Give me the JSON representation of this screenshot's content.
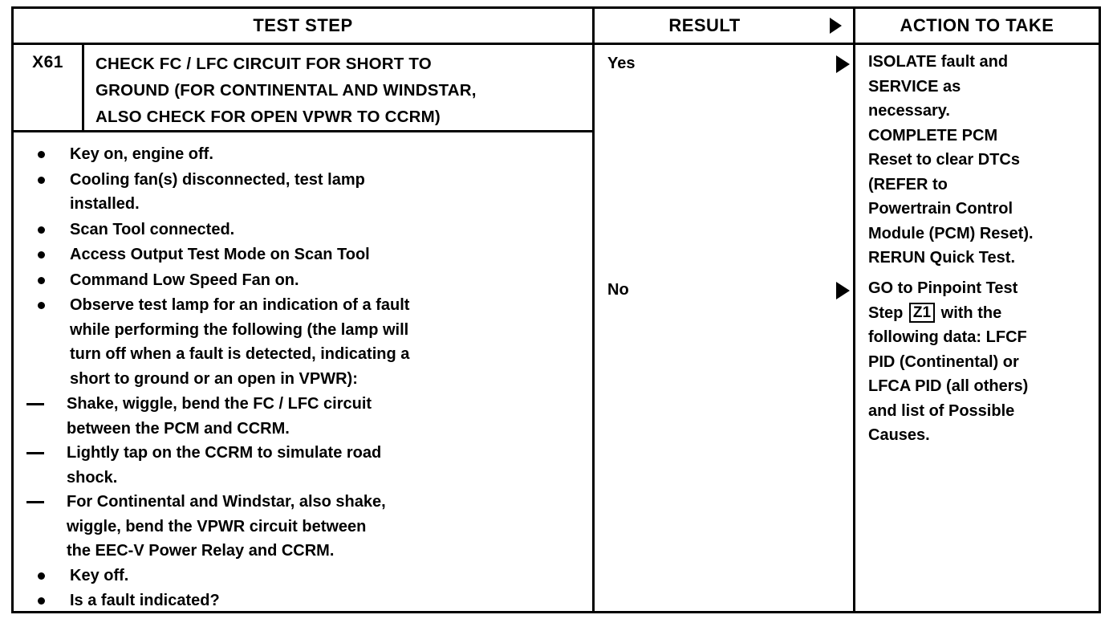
{
  "table": {
    "headers": {
      "test_step": "TEST STEP",
      "result": "RESULT",
      "action": "ACTION TO TAKE",
      "result_arrow_icon": "right-triangle-icon"
    },
    "step": {
      "id": "X61",
      "title_lines": [
        "CHECK FC / LFC CIRCUIT FOR SHORT TO",
        "GROUND (FOR CONTINENTAL AND WINDSTAR,",
        "ALSO CHECK FOR OPEN VPWR TO CCRM)"
      ]
    },
    "procedure": {
      "items": [
        {
          "type": "bullet",
          "bold": false,
          "lines": [
            "Key on, engine off."
          ]
        },
        {
          "type": "bullet",
          "bold": false,
          "lines": [
            "Cooling fan(s) disconnected, test lamp",
            "installed."
          ]
        },
        {
          "type": "bullet",
          "bold": false,
          "lines": [
            "Scan Tool connected."
          ]
        },
        {
          "type": "bullet",
          "bold": false,
          "lines": [
            "Access Output Test Mode on Scan Tool"
          ]
        },
        {
          "type": "bullet",
          "bold": false,
          "lines": [
            "Command Low Speed Fan on."
          ]
        },
        {
          "type": "bullet",
          "bold": false,
          "lines": [
            "Observe test lamp for an indication of a fault",
            "while performing the following (the lamp will",
            "turn off when a fault is detected, indicating a",
            "short to ground or an open in VPWR):"
          ]
        },
        {
          "type": "dash",
          "bold": false,
          "lines": [
            "Shake, wiggle, bend the FC / LFC circuit",
            "between the PCM and CCRM."
          ]
        },
        {
          "type": "dash",
          "bold": false,
          "lines": [
            "Lightly tap on the CCRM to simulate road",
            "shock."
          ]
        },
        {
          "type": "dash",
          "bold": false,
          "lines": [
            "For Continental and Windstar, also shake,",
            "wiggle, bend the VPWR circuit between",
            "the EEC-V Power Relay and CCRM."
          ]
        },
        {
          "type": "bullet",
          "bold": false,
          "lines": [
            "Key off."
          ]
        },
        {
          "type": "bullet",
          "bold": true,
          "lines": [
            "Is a fault indicated?"
          ]
        }
      ]
    },
    "branches": [
      {
        "result": "Yes",
        "arrow_icon": "right-triangle-icon",
        "action_lines": [
          "ISOLATE fault and",
          "SERVICE as",
          "necessary.",
          "COMPLETE PCM",
          "Reset to clear DTCs",
          "(REFER to",
          "Powertrain Control",
          "Module (PCM) Reset).",
          "RERUN Quick Test."
        ]
      },
      {
        "result": "No",
        "arrow_icon": "right-triangle-icon",
        "action_lines_pre": [
          "GO to Pinpoint Test"
        ],
        "action_ref_prefix": "Step",
        "action_ref_box": "Z1",
        "action_ref_suffix": "with the",
        "action_lines_post": [
          "following data: LFCF",
          "PID (Continental) or",
          "LFCA PID (all others)",
          "and list of Possible",
          "Causes."
        ]
      }
    ]
  }
}
